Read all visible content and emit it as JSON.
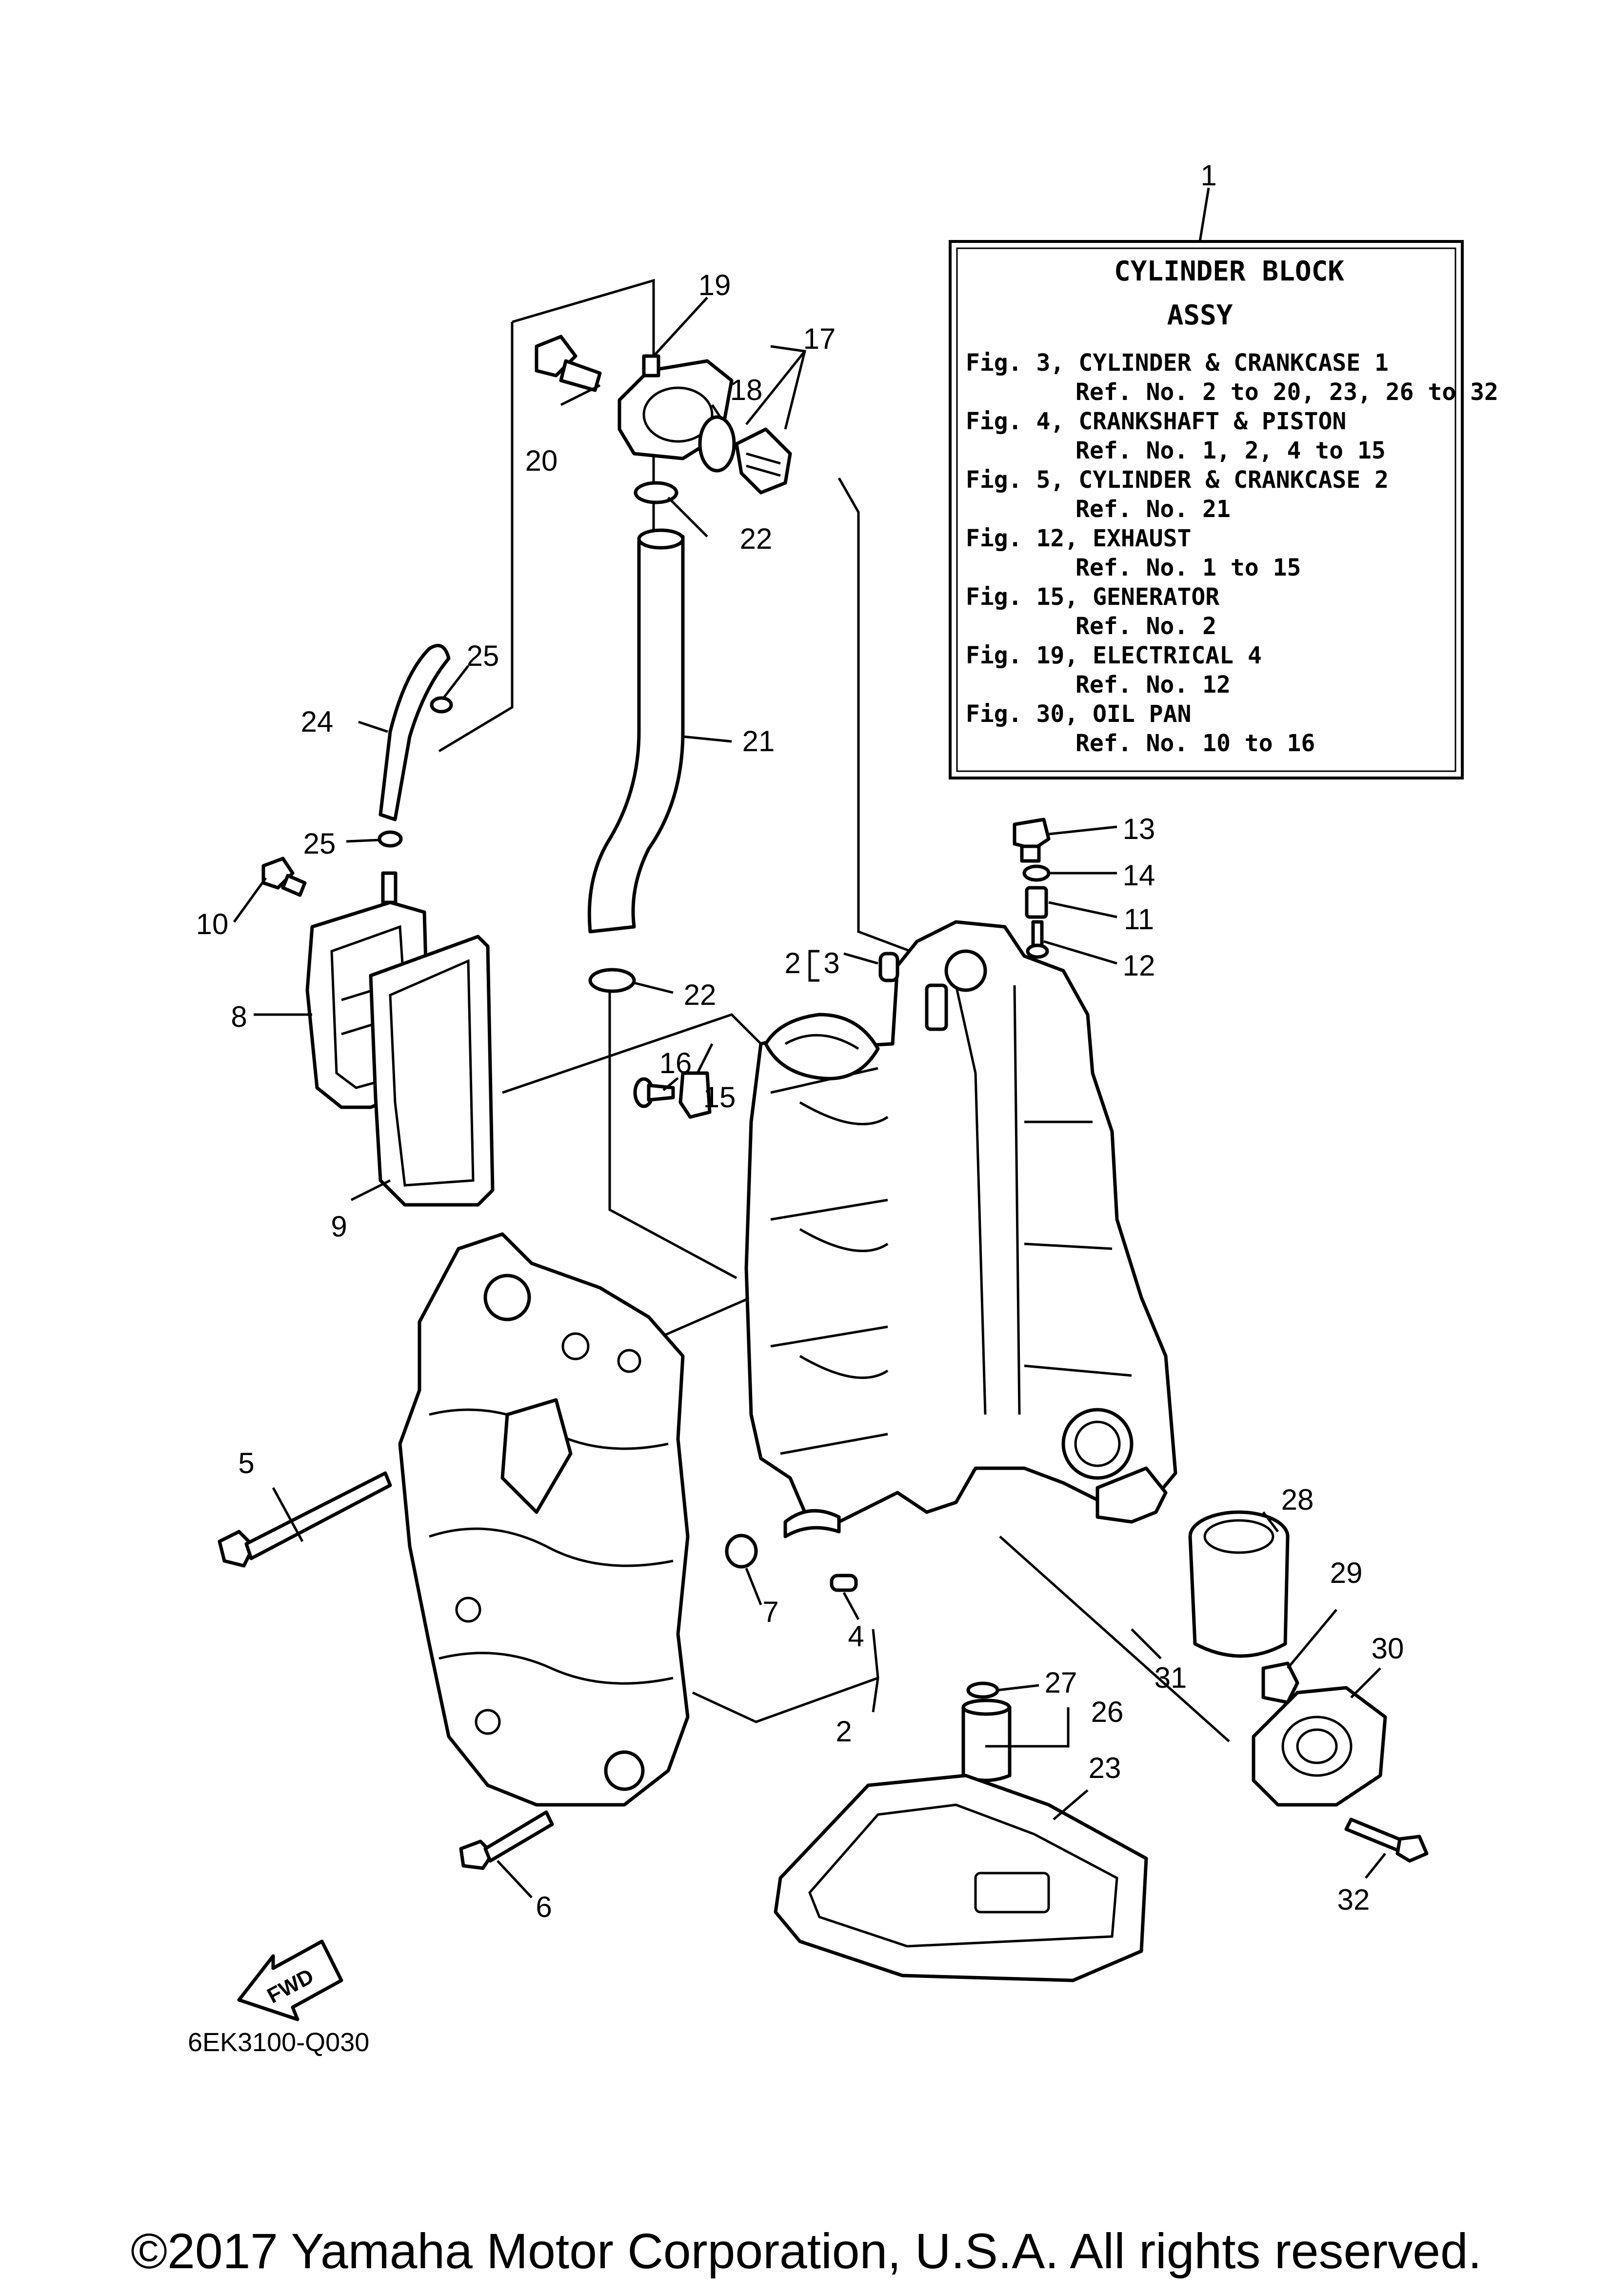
{
  "reference_box": {
    "title_line1": "CYLINDER BLOCK",
    "title_line2": "ASSY",
    "lines": [
      "Fig. 3, CYLINDER & CRANKCASE 1",
      "Ref. No. 2 to 20, 23, 26 to 32",
      "Fig. 4, CRANKSHAFT & PISTON",
      "Ref. No. 1, 2, 4 to 15",
      "Fig. 5, CYLINDER & CRANKCASE 2",
      "Ref. No. 21",
      "Fig. 12, EXHAUST",
      "Ref. No. 1 to 15",
      "Fig. 15, GENERATOR",
      "Ref. No. 2",
      "Fig. 19, ELECTRICAL 4",
      "Ref. No. 12",
      "Fig. 30, OIL PAN",
      "Ref. No. 10 to 16"
    ]
  },
  "callouts": {
    "c1": "1",
    "c2a": "2",
    "c2b": "2",
    "c3": "3",
    "c4": "4",
    "c5": "5",
    "c6": "6",
    "c7": "7",
    "c8": "8",
    "c9": "9",
    "c10": "10",
    "c11": "11",
    "c12": "12",
    "c13": "13",
    "c14": "14",
    "c15": "15",
    "c16": "16",
    "c17": "17",
    "c18": "18",
    "c19": "19",
    "c20": "20",
    "c21": "21",
    "c22a": "22",
    "c22b": "22",
    "c23": "23",
    "c24": "24",
    "c25a": "25",
    "c25b": "25",
    "c26": "26",
    "c27": "27",
    "c28": "28",
    "c29": "29",
    "c30": "30",
    "c31": "31",
    "c32": "32"
  },
  "fwd_label": "FWD",
  "diagram_code": "6EK3100-Q030",
  "copyright": "©2017 Yamaha Motor Corporation, U.S.A. All rights reserved."
}
